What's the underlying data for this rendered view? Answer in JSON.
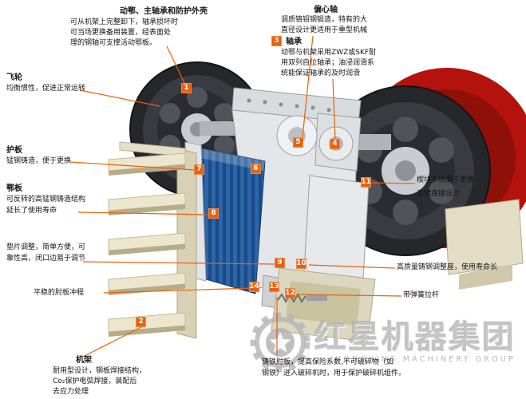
{
  "colors": {
    "accent_orange": "#e8620c",
    "flywheel_dark": "#26272b",
    "red_wheel": "#b3130c",
    "jaw_blue": "#2a66a8",
    "body_light": "#e4e6e9",
    "stand_cream": "#ece6cf"
  },
  "annotations": {
    "moving_jaw": {
      "title": "动鄂、主轴承和防护外壳",
      "lines": [
        "可从机架上完整卸下，轴承损坏时",
        "可当场更换备用装置，经表面处",
        "理的钢轴可支撑活动鄂板。"
      ]
    },
    "eccentric_shaft": {
      "title": "偏心轴",
      "lines": [
        "调质铬钼钢锻造，特有的大",
        "直径设计更适用于重型机械"
      ]
    },
    "bearing": {
      "title": "轴承",
      "lines": [
        "动鄂与机架采用ZWZ或SKF耐",
        "用双列自位轴承；油浸润滑系",
        "统能保证轴承的及时润滑"
      ]
    },
    "flywheel": {
      "title": "飞轮",
      "lines": [
        "均衡惯性，促进正常运转"
      ]
    },
    "guard_plate": {
      "title": "护板",
      "lines": [
        "锰钢铸造，便于更换"
      ]
    },
    "jaw_plate": {
      "title": "鄂板",
      "lines": [
        "可反转的高锰钢铸造结构",
        "延长了使用寿命"
      ]
    },
    "shim": {
      "lines": [
        "垫片调整，简单方便，可",
        "靠性高，闭口边易于调节"
      ]
    },
    "toggle_stroke": {
      "lines": [
        "平稳的肘板冲程"
      ]
    },
    "frame": {
      "title": "机架",
      "lines": [
        "耐用型设计，钢板焊接结构，",
        "Co₂保护电弧焊接，装配后",
        "去应力处理"
      ]
    },
    "toggle_plate": {
      "lines": [
        "铸铁肘板，提高保险系数,不可破碎物（如",
        "钢铁）进入破碎机时，用于保护破碎机组件。"
      ]
    },
    "wedge": {
      "lines": [
        "楔块系统便于更换",
        "无键连接设计"
      ]
    },
    "adjust_seat": {
      "lines": [
        "高质量铸钢调整座，使用寿命长"
      ]
    },
    "spring_rod": {
      "lines": [
        "带弹簧拉杆"
      ]
    }
  },
  "markers": {
    "m1": "1",
    "m2": "2",
    "m3": "3",
    "m4": "4",
    "m5": "5",
    "m6": "6",
    "m7": "7",
    "m8": "8",
    "m9": "9",
    "m10": "10",
    "m11": "11",
    "m12": "12",
    "m13": "13",
    "m14": "14"
  },
  "watermark": {
    "brand": "红星机器集团",
    "brand_en": "HONGXING MACHINERY GROUP"
  }
}
